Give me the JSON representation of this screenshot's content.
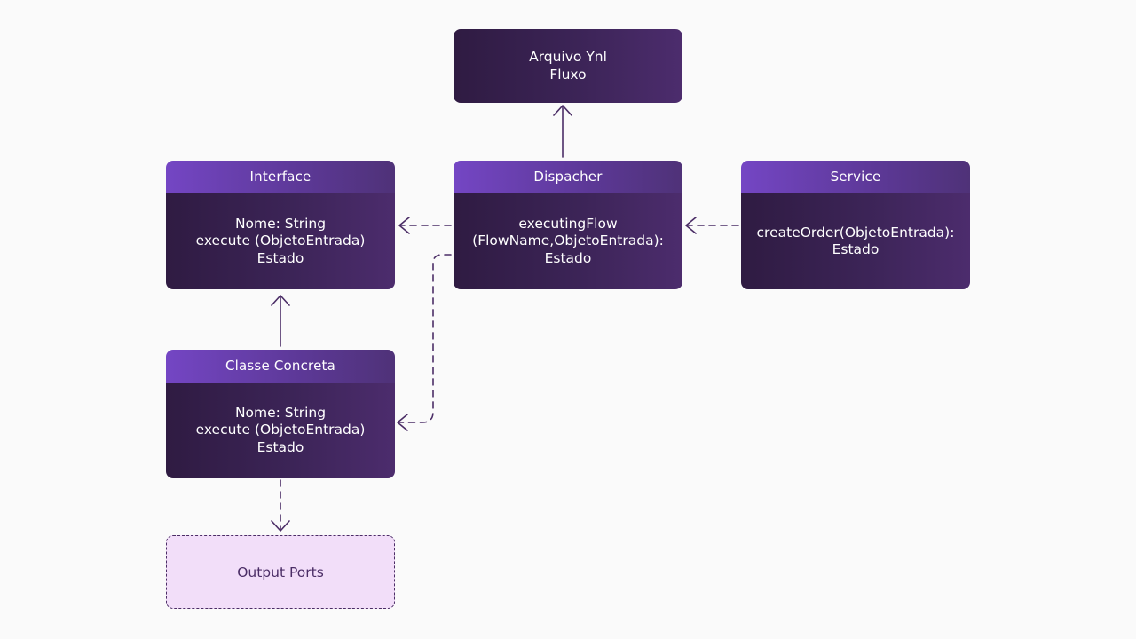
{
  "colors": {
    "background": "#fafafa",
    "node_header": "#7446c4",
    "node_body": "#3c2457",
    "ports_fill": "#f2def9",
    "connector": "#4b2d66"
  },
  "nodes": {
    "arquivo": {
      "lines": [
        "Arquivo Ynl",
        "Fluxo"
      ]
    },
    "interface": {
      "title": "Interface",
      "lines": [
        "Nome: String",
        "execute (ObjetoEntrada)",
        "Estado"
      ]
    },
    "dispacher": {
      "title": "Dispacher",
      "lines": [
        "executingFlow",
        "(FlowName,ObjetoEntrada):",
        "Estado"
      ]
    },
    "service": {
      "title": "Service",
      "lines": [
        "createOrder(ObjetoEntrada):",
        "Estado"
      ]
    },
    "classe_concreta": {
      "title": "Classe Concreta",
      "lines": [
        "Nome: String",
        "execute (ObjetoEntrada)",
        "Estado"
      ]
    },
    "output_ports": {
      "label": "Output Ports"
    }
  },
  "edges": [
    {
      "from": "dispacher",
      "to": "arquivo",
      "style": "solid"
    },
    {
      "from": "dispacher",
      "to": "interface",
      "style": "dashed"
    },
    {
      "from": "service",
      "to": "dispacher",
      "style": "dashed"
    },
    {
      "from": "classe_concreta",
      "to": "interface",
      "style": "solid"
    },
    {
      "from": "dispacher",
      "to": "classe_concreta",
      "style": "dashed"
    },
    {
      "from": "classe_concreta",
      "to": "output_ports",
      "style": "dashed"
    }
  ]
}
